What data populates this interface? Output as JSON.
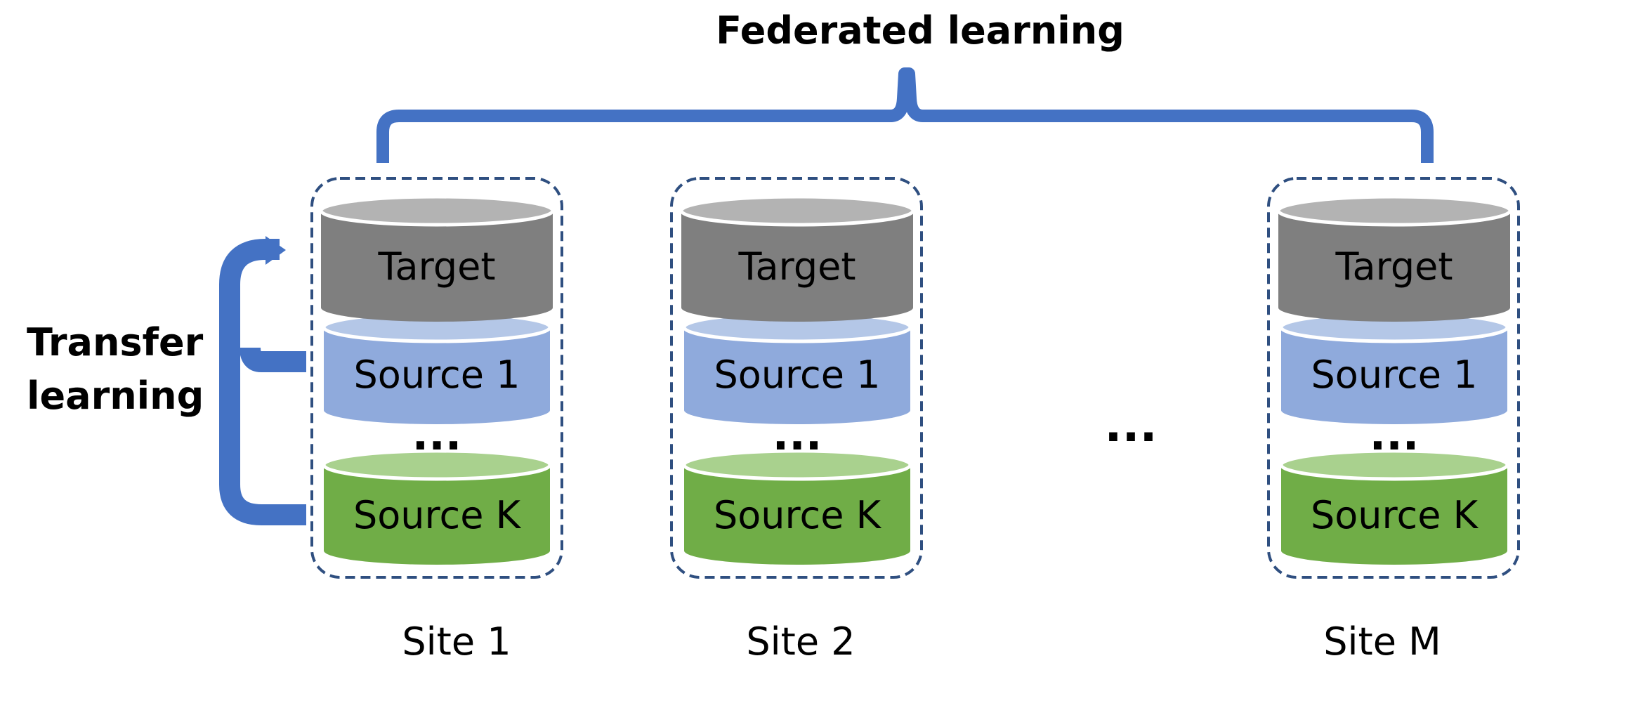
{
  "title": "Federated learning",
  "transfer_label": {
    "line1": "Transfer",
    "line2": "learning"
  },
  "ellipsis": "...",
  "middle_ellipsis": "...",
  "sites": [
    {
      "label": "Site 1",
      "layers": {
        "target": "Target",
        "source1": "Source 1",
        "sourceK": "Source K"
      }
    },
    {
      "label": "Site 2",
      "layers": {
        "target": "Target",
        "source1": "Source 1",
        "sourceK": "Source K"
      }
    },
    {
      "label": "Site M",
      "layers": {
        "target": "Target",
        "source1": "Source 1",
        "sourceK": "Source K"
      }
    }
  ],
  "colors": {
    "brace_blue": "#4472c4",
    "dash_border": "#2f4f80",
    "target_body": "#7f7f7f",
    "target_top": "#b3b3b3",
    "source1_body": "#8faadc",
    "source1_top": "#b4c7e7",
    "sourceK_body": "#70ad47",
    "sourceK_top": "#a9d18e"
  }
}
